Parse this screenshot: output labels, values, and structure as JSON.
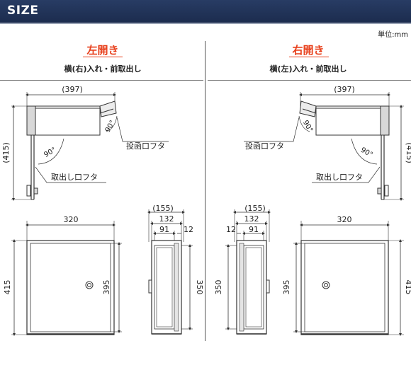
{
  "header": {
    "title": "SIZE"
  },
  "unit_label": "単位:mm",
  "left": {
    "title": "左開き",
    "subtitle": "横(右)入れ・前取出し",
    "labels": {
      "width_top": "(397)",
      "height_side": "(415)",
      "angle_top": "90°",
      "angle_front": "90°",
      "lid_top": "投函口フタ",
      "lid_front": "取出し口フタ",
      "front_width": "320",
      "front_height_outer": "415",
      "front_height_inner": "395",
      "side_depth": "(155)",
      "side_132": "132",
      "side_91": "91",
      "side_12": "12",
      "side_height": "350"
    }
  },
  "right": {
    "title": "右開き",
    "subtitle": "横(左)入れ・前取出し",
    "labels": {
      "width_top": "(397)",
      "height_side": "(415)",
      "angle_top": "90°",
      "angle_front": "90°",
      "lid_top": "投函口フタ",
      "lid_front": "取出し口フタ",
      "front_width": "320",
      "front_height_outer": "415",
      "front_height_inner": "395",
      "side_depth": "(155)",
      "side_132": "132",
      "side_91": "91",
      "side_12": "12",
      "side_height": "350"
    }
  }
}
